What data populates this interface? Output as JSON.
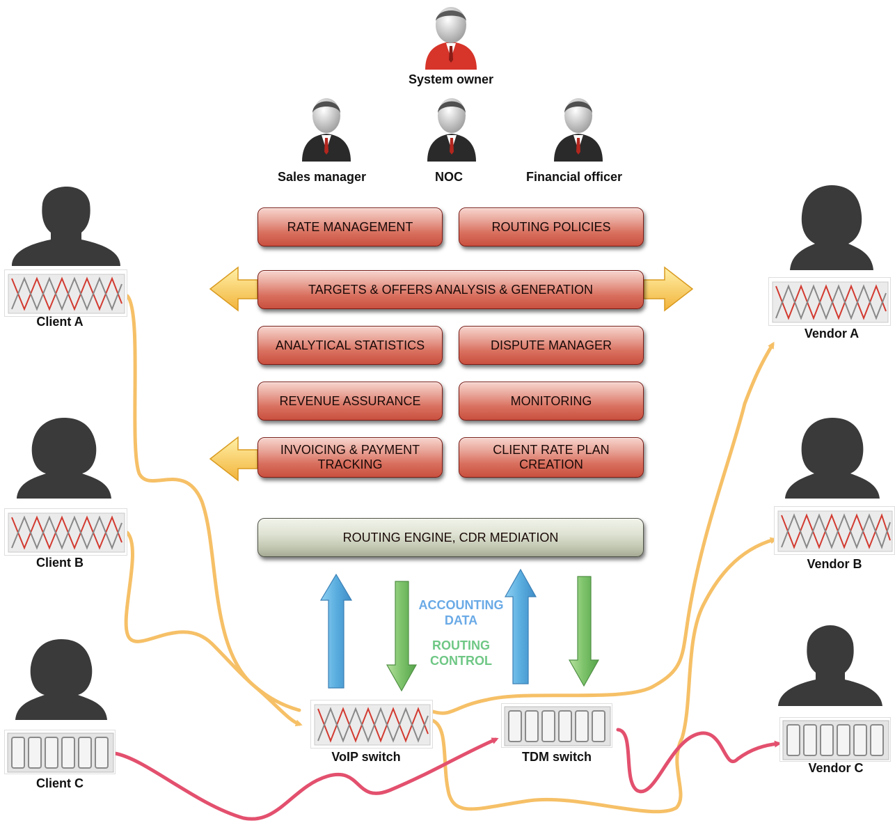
{
  "people": {
    "system_owner": "System owner",
    "sales_manager": "Sales manager",
    "noc": "NOC",
    "financial_officer": "Financial officer"
  },
  "modules": {
    "rate_management": "RATE MANAGEMENT",
    "routing_policies": "ROUTING POLICIES",
    "targets_offers": "TARGETS & OFFERS ANALYSIS & GENERATION",
    "analytical_statistics": "ANALYTICAL STATISTICS",
    "dispute_manager": "DISPUTE MANAGER",
    "revenue_assurance": "REVENUE ASSURANCE",
    "monitoring": "MONITORING",
    "invoicing_line1": "INVOICING & PAYMENT",
    "invoicing_line2": "TRACKING",
    "client_rate_line1": "CLIENT RATE PLAN",
    "client_rate_line2": "CREATION",
    "routing_engine": "ROUTING ENGINE, CDR MEDIATION"
  },
  "flows": {
    "accounting_line1": "ACCOUNTING",
    "accounting_line2": "DATA",
    "routing_line1": "ROUTING",
    "routing_line2": "CONTROL"
  },
  "clients": {
    "a": "Client A",
    "b": "Client B",
    "c": "Client C"
  },
  "vendors": {
    "a": "Vendor A",
    "b": "Vendor B",
    "c": "Vendor C"
  },
  "switches": {
    "voip": "VoIP switch",
    "tdm": "TDM switch"
  },
  "colors": {
    "module_red": "#d9705f",
    "engine_grey": "#c3c8b3",
    "accounting_blue": "#5aaedf",
    "routing_green": "#7cc26a",
    "voip_path": "#f6c067",
    "tdm_path": "#e3506e",
    "side_arrow": "#f5c542"
  },
  "icons": {
    "owner": "person-red-suit-icon",
    "staff": "person-business-suit-icon",
    "client": "person-silhouette-icon",
    "voip": "voip-wave-icon",
    "tdm": "tdm-slots-icon"
  }
}
